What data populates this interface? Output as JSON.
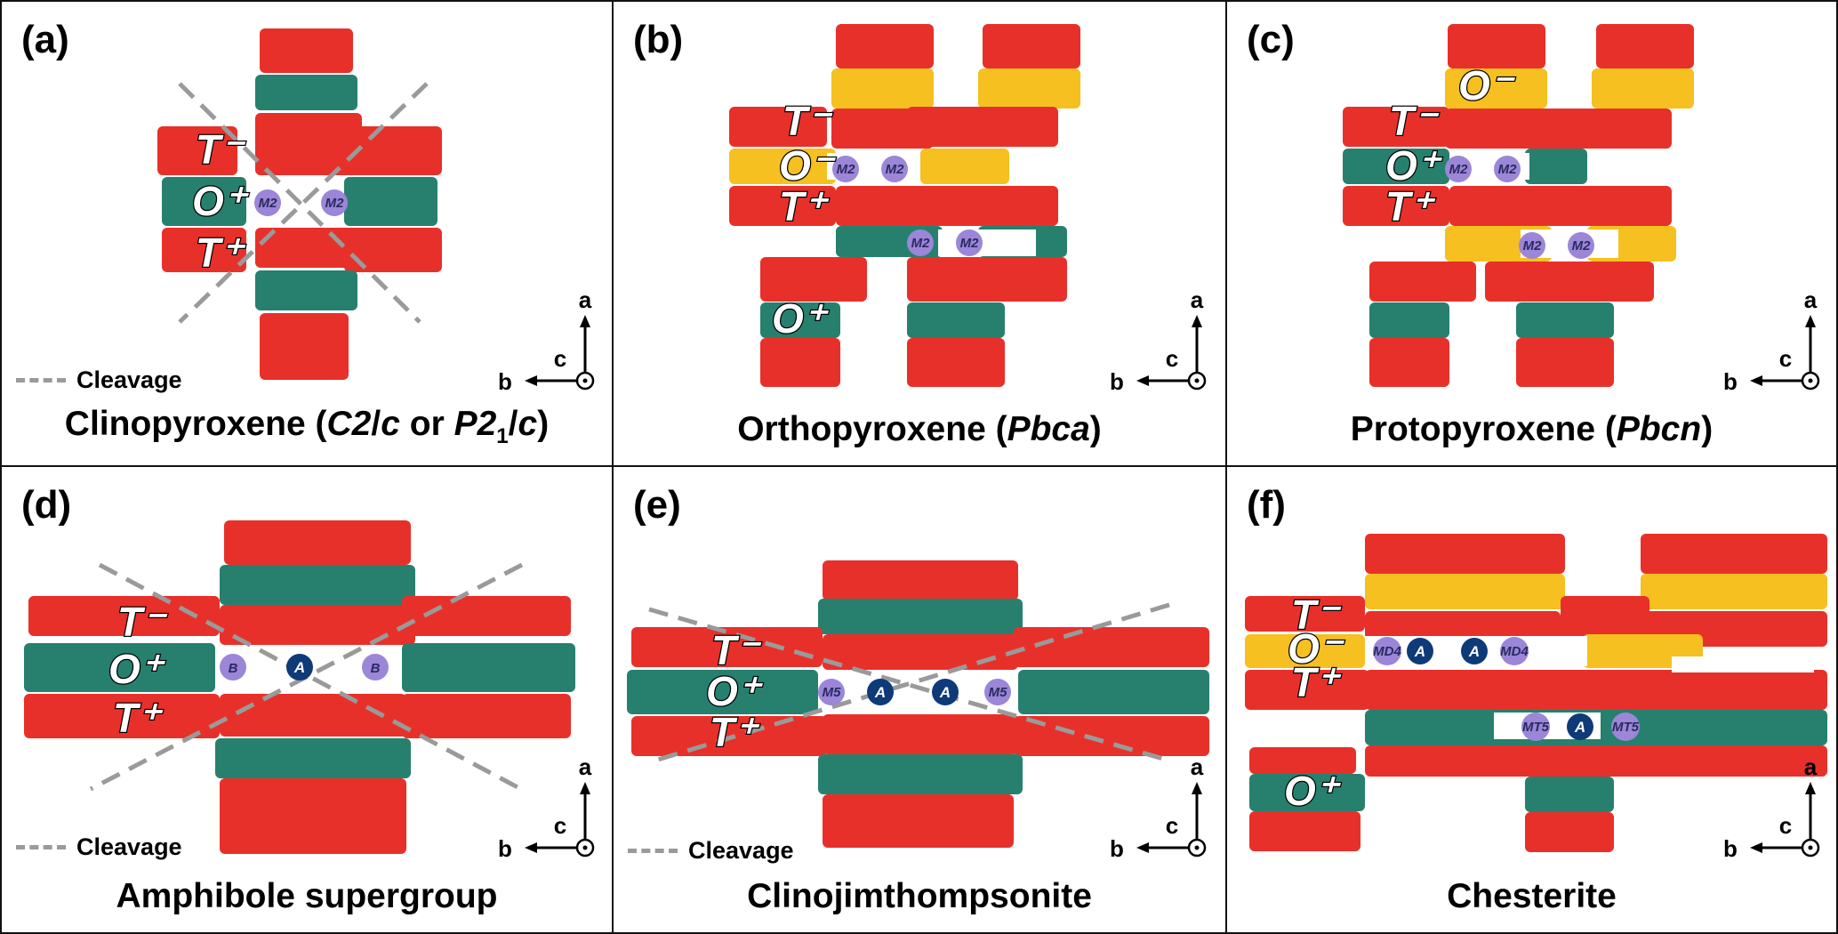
{
  "panels": [
    {
      "label": "(a)",
      "title_parts": [
        "Clinopyroxene (",
        "C2",
        "/",
        "c",
        " or ",
        "P2",
        "1",
        "/",
        "c",
        ")"
      ],
      "layers": [
        "T⁻",
        "O⁺",
        "T⁺"
      ],
      "sites": [
        "M2",
        "M2"
      ],
      "legend": "Cleavage"
    },
    {
      "label": "(b)",
      "title_parts": [
        "Orthopyroxene (",
        "Pbca",
        ")"
      ],
      "layers": [
        "T⁻",
        "O⁻",
        "T⁺",
        "O⁺"
      ],
      "sites": [
        "M2",
        "M2",
        "M2",
        "M2"
      ]
    },
    {
      "label": "(c)",
      "title_parts": [
        "Protopyroxene (",
        "Pbcn",
        ")"
      ],
      "layers": [
        "O⁻",
        "T⁻",
        "O⁺",
        "T⁺"
      ],
      "sites": [
        "M2",
        "M2",
        "M2",
        "M2"
      ]
    },
    {
      "label": "(d)",
      "title": "Amphibole supergroup",
      "layers": [
        "T⁻",
        "O⁺",
        "T⁺"
      ],
      "sites": [
        "B",
        "A",
        "B"
      ],
      "legend": "Cleavage"
    },
    {
      "label": "(e)",
      "title": "Clinojimthompsonite",
      "layers": [
        "T⁻",
        "O⁺",
        "T⁺"
      ],
      "sites": [
        "M5",
        "A",
        "A",
        "M5"
      ],
      "legend": "Cleavage"
    },
    {
      "label": "(f)",
      "title": "Chesterite",
      "layers": [
        "T⁻",
        "O⁻",
        "T⁺",
        "O⁺"
      ],
      "sites": [
        "MD4",
        "A",
        "A",
        "MD4",
        "MT5",
        "A",
        "MT5"
      ]
    }
  ],
  "axes": {
    "a": "a",
    "b": "b",
    "c": "c"
  },
  "colors": {
    "tetrahedral": "#e8302a",
    "octahedral_green": "#27806e",
    "octahedral_yellow": "#f5c020",
    "site_purple": "#9b86d8",
    "site_navy": "#0e3a78",
    "cleavage": "#9a9a9a"
  }
}
